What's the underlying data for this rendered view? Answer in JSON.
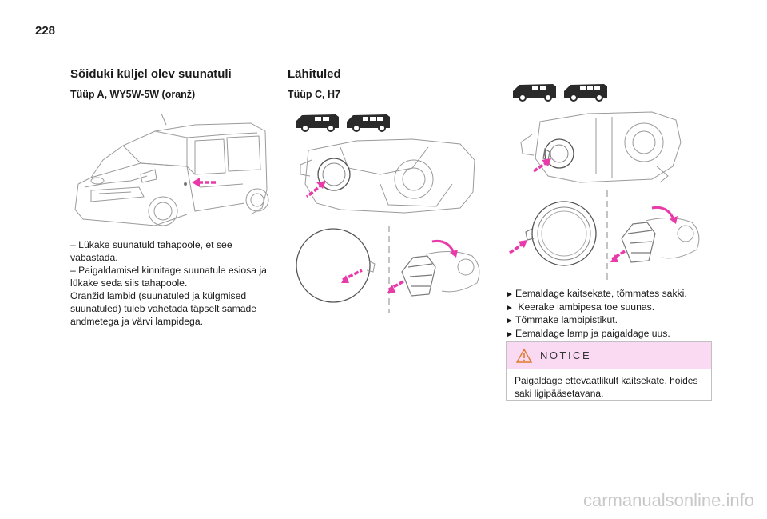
{
  "page": {
    "number": "228",
    "watermark": "carmanualsonline.info"
  },
  "left": {
    "heading": "Sõiduki küljel olev suunatuli",
    "subheading": "Tüüp A, WY5W-5W (oranž)",
    "paragraph_lines": [
      "–  Lükake suunatuld tahapoole, et see",
      "vabastada.",
      "–  Paigaldamisel kinnitage suunatule esiosa ja",
      "lükake seda siis tahapoole.",
      "Oranžid lambid (suunatuled ja külgmised",
      "suunatuled) tuleb vahetada täpselt samade",
      "andmetega ja värvi lampidega."
    ]
  },
  "middle": {
    "heading": "Lähituled",
    "subheading": "Tüüp C, H7"
  },
  "right": {
    "steps": [
      {
        "marker": "►",
        "text": "Eemaldage kaitsekate, tõmmates sakki."
      },
      {
        "marker": "►",
        "text": " Keerake lambipesa toe suunas."
      },
      {
        "marker": "►",
        "text": "Tõmmake lambipistikut."
      },
      {
        "marker": "►",
        "text": "Eemaldage lamp ja paigaldage uus."
      }
    ],
    "notice": {
      "title": "NOTICE",
      "lines": [
        "Paigaldage ettevaatlikult kaitsekate, hoides",
        "saki ligipääsetavana."
      ]
    }
  },
  "colors": {
    "accent": "#e83aa8",
    "notice_bg": "#fadaf2",
    "warning_icon": "#e07a2a"
  },
  "icons": [
    "van-silhouette-icon",
    "warning-triangle-icon",
    "pink-arrow-icon",
    "curved-arrow-icon"
  ]
}
